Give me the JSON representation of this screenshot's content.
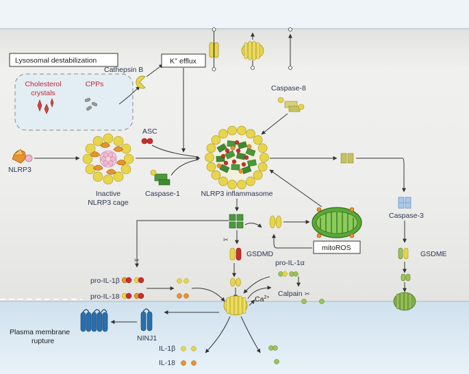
{
  "labels": {
    "lysosomal": "Lysosomal destabilization",
    "cholesterol_line1": "Cholesterol",
    "cholesterol_line2": "crystals",
    "cpps": "CPPs",
    "cathepsin": "Cathepsin B",
    "k_efflux_base": "K",
    "k_efflux_sup": "+",
    "k_efflux_rest": " efflux",
    "caspase8": "Caspase-8",
    "asc": "ASC",
    "nlrp3": "NLRP3",
    "inactive_line1": "Inactive",
    "inactive_line2": "NLRP3 cage",
    "caspase1": "Caspase-1",
    "inflammasome": "NLRP3 inflammasome",
    "caspase3": "Caspase-3",
    "gsdmd": "GSDMD",
    "gsdme": "GSDME",
    "mitoros": "mitoROS",
    "pro_il1a": "pro-IL-1α",
    "pro_il1b": "pro-IL-1β",
    "pro_il18": "pro-IL-18",
    "calpain": "Calpain",
    "ca_base": "Ca",
    "ca_sup": "2+",
    "pm_line1": "Plasma membrane",
    "pm_line2": "rupture",
    "ninj1": "NINJ1",
    "il1b": "IL-1β",
    "il18": "IL-18"
  },
  "colors": {
    "cytoplasm": "#ececea",
    "extracellular": "#ddebf5",
    "lysosome": "#e3eef4",
    "nlrp3_orange": "#e8932c",
    "pyrin_pink": "#f2b8d0",
    "asc_red": "#c8302c",
    "caspase_green": "#4a9a3a",
    "yellow": "#e8d54a",
    "gsdme_green": "#9cc25a",
    "ninj1_blue": "#2a6fad",
    "caspase3_blue": "#a8c8e8",
    "label_text": "#2a3550",
    "red_text": "#c0272d"
  }
}
